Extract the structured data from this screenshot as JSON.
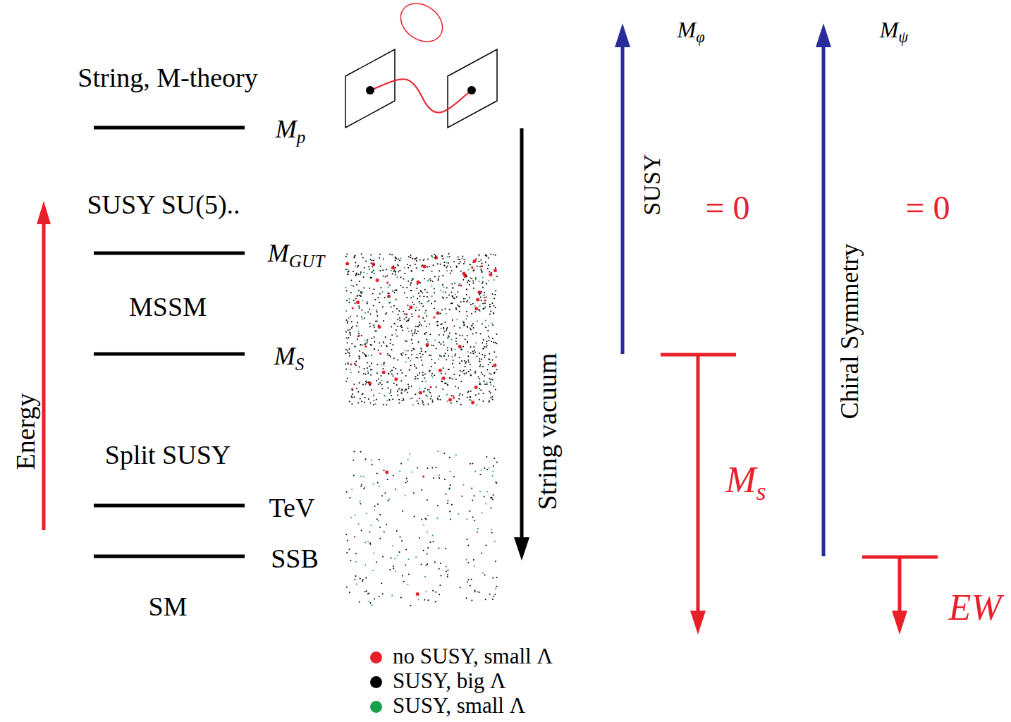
{
  "diagram": {
    "labels": [
      "String, M-theory",
      "Mp",
      "SUSY SU(5)..",
      "MGUT",
      "MSSM",
      "MS",
      "Split SUSY",
      "TeV",
      "SSB",
      "SM",
      "Energy",
      "String vacuum",
      "Mφ",
      "SUSY",
      "= 0",
      "Ms",
      "Mψ",
      "Chiral Symmetry",
      "= 0",
      "EW"
    ],
    "legend": [
      {
        "text": "no SUSY, small Λ",
        "color": "#e8202a"
      },
      {
        "text": "SUSY, big Λ",
        "color": "#000000"
      },
      {
        "text": "SUSY, small Λ",
        "color": "#1aa04a"
      }
    ]
  }
}
